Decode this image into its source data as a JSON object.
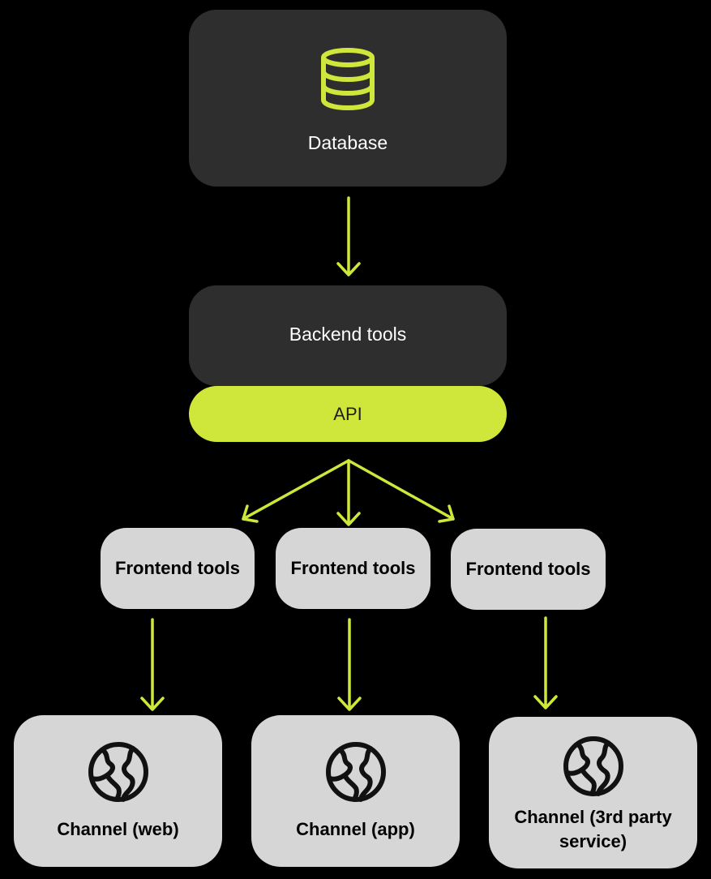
{
  "colors": {
    "background": "#000000",
    "dark_node": "#2e2e2e",
    "accent": "#cfe63a",
    "light_node": "#d6d6d6"
  },
  "database": {
    "label": "Database",
    "icon": "database-icon"
  },
  "backend": {
    "label": "Backend tools"
  },
  "api": {
    "label": "API"
  },
  "frontend": [
    {
      "label": "Frontend tools"
    },
    {
      "label": "Frontend tools"
    },
    {
      "label": "Frontend tools"
    }
  ],
  "channels": [
    {
      "label": "Channel (web)",
      "icon": "globe-icon"
    },
    {
      "label": "Channel (app)",
      "icon": "globe-icon"
    },
    {
      "label": "Channel (3rd party service)",
      "icon": "globe-icon"
    }
  ]
}
